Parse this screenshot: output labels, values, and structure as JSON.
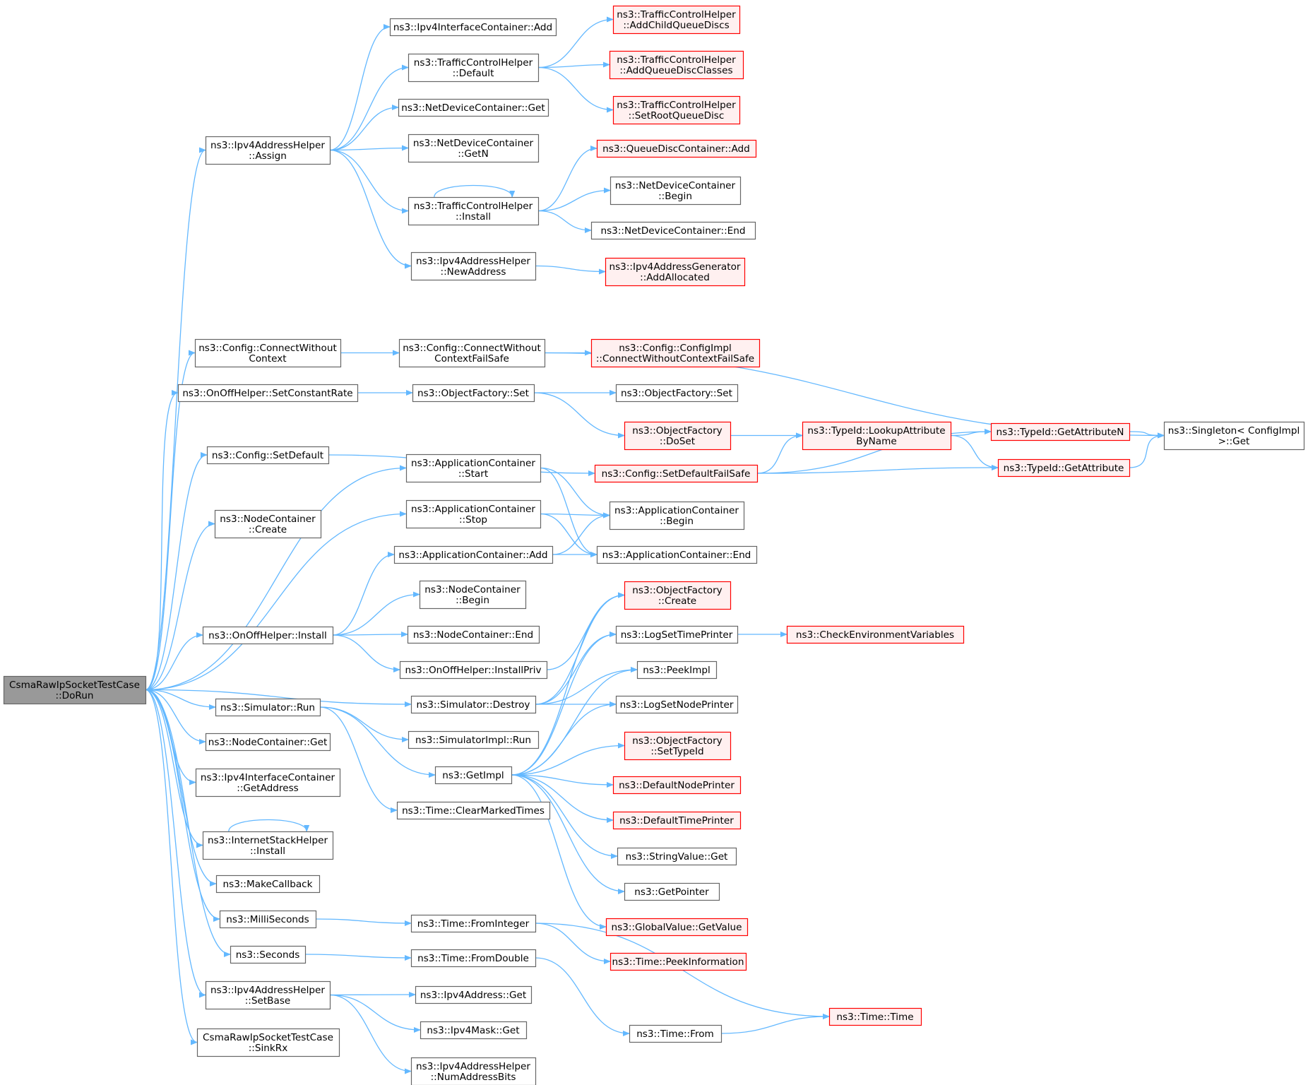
{
  "colors": {
    "edge": "#63b8ff",
    "normal_fill": "#ffffff",
    "normal_border": "#666666",
    "warn_fill": "#fff0f0",
    "warn_border": "#ff0000",
    "root_fill": "#999999",
    "root_border": "#666666"
  },
  "nodes": [
    {
      "id": "root",
      "lines": [
        "CsmaRawIpSocketTestCase",
        "::DoRun"
      ],
      "style": "root"
    },
    {
      "id": "ipv4ah_assign",
      "lines": [
        "ns3::Ipv4AddressHelper",
        "::Assign"
      ],
      "style": "normal"
    },
    {
      "id": "config_connect",
      "lines": [
        "ns3::Config::ConnectWithout",
        "Context"
      ],
      "style": "normal"
    },
    {
      "id": "onoff_setrate",
      "lines": [
        "ns3::OnOffHelper::SetConstantRate"
      ],
      "style": "normal"
    },
    {
      "id": "config_setdefault",
      "lines": [
        "ns3::Config::SetDefault"
      ],
      "style": "normal"
    },
    {
      "id": "nodecont_create",
      "lines": [
        "ns3::NodeContainer",
        "::Create"
      ],
      "style": "normal"
    },
    {
      "id": "onoff_install",
      "lines": [
        "ns3::OnOffHelper::Install"
      ],
      "style": "normal"
    },
    {
      "id": "sim_run",
      "lines": [
        "ns3::Simulator::Run"
      ],
      "style": "normal"
    },
    {
      "id": "nodecont_get",
      "lines": [
        "ns3::NodeContainer::Get"
      ],
      "style": "normal"
    },
    {
      "id": "ipv4ic_getaddr",
      "lines": [
        "ns3::Ipv4InterfaceContainer",
        "::GetAddress"
      ],
      "style": "normal"
    },
    {
      "id": "ish_install",
      "lines": [
        "ns3::InternetStackHelper",
        "::Install"
      ],
      "style": "normal"
    },
    {
      "id": "makecallback",
      "lines": [
        "ns3::MakeCallback"
      ],
      "style": "normal"
    },
    {
      "id": "milliseconds",
      "lines": [
        "ns3::MilliSeconds"
      ],
      "style": "normal"
    },
    {
      "id": "seconds",
      "lines": [
        "ns3::Seconds"
      ],
      "style": "normal"
    },
    {
      "id": "ipv4ah_setbase",
      "lines": [
        "ns3::Ipv4AddressHelper",
        "::SetBase"
      ],
      "style": "normal"
    },
    {
      "id": "sinkrx",
      "lines": [
        "CsmaRawIpSocketTestCase",
        "::SinkRx"
      ],
      "style": "normal"
    },
    {
      "id": "ipv4ic_add",
      "lines": [
        "ns3::Ipv4InterfaceContainer::Add"
      ],
      "style": "normal"
    },
    {
      "id": "tch_default",
      "lines": [
        "ns3::TrafficControlHelper",
        "::Default"
      ],
      "style": "normal"
    },
    {
      "id": "ndc_get",
      "lines": [
        "ns3::NetDeviceContainer::Get"
      ],
      "style": "normal"
    },
    {
      "id": "ndc_getn",
      "lines": [
        "ns3::NetDeviceContainer",
        "::GetN"
      ],
      "style": "normal"
    },
    {
      "id": "tch_install",
      "lines": [
        "ns3::TrafficControlHelper",
        "::Install"
      ],
      "style": "normal"
    },
    {
      "id": "ipv4ah_newaddr",
      "lines": [
        "ns3::Ipv4AddressHelper",
        "::NewAddress"
      ],
      "style": "normal"
    },
    {
      "id": "config_cwcfs",
      "lines": [
        "ns3::Config::ConnectWithout",
        "ContextFailSafe"
      ],
      "style": "normal"
    },
    {
      "id": "of_set",
      "lines": [
        "ns3::ObjectFactory::Set"
      ],
      "style": "normal"
    },
    {
      "id": "appc_start",
      "lines": [
        "ns3::ApplicationContainer",
        "::Start"
      ],
      "style": "normal"
    },
    {
      "id": "appc_stop",
      "lines": [
        "ns3::ApplicationContainer",
        "::Stop"
      ],
      "style": "normal"
    },
    {
      "id": "appc_add",
      "lines": [
        "ns3::ApplicationContainer::Add"
      ],
      "style": "normal"
    },
    {
      "id": "nodecont_begin",
      "lines": [
        "ns3::NodeContainer",
        "::Begin"
      ],
      "style": "normal"
    },
    {
      "id": "nodecont_end",
      "lines": [
        "ns3::NodeContainer::End"
      ],
      "style": "normal"
    },
    {
      "id": "onoff_installpriv",
      "lines": [
        "ns3::OnOffHelper::InstallPriv"
      ],
      "style": "normal"
    },
    {
      "id": "sim_destroy",
      "lines": [
        "ns3::Simulator::Destroy"
      ],
      "style": "normal"
    },
    {
      "id": "simimpl_run",
      "lines": [
        "ns3::SimulatorImpl::Run"
      ],
      "style": "normal"
    },
    {
      "id": "getimpl",
      "lines": [
        "ns3::GetImpl"
      ],
      "style": "normal"
    },
    {
      "id": "time_clearmarked",
      "lines": [
        "ns3::Time::ClearMarkedTimes"
      ],
      "style": "normal"
    },
    {
      "id": "time_frominteger",
      "lines": [
        "ns3::Time::FromInteger"
      ],
      "style": "normal"
    },
    {
      "id": "time_fromdouble",
      "lines": [
        "ns3::Time::FromDouble"
      ],
      "style": "normal"
    },
    {
      "id": "ipv4addr_get",
      "lines": [
        "ns3::Ipv4Address::Get"
      ],
      "style": "normal"
    },
    {
      "id": "ipv4mask_get",
      "lines": [
        "ns3::Ipv4Mask::Get"
      ],
      "style": "normal"
    },
    {
      "id": "ipv4ah_numbits",
      "lines": [
        "ns3::Ipv4AddressHelper",
        "::NumAddressBits"
      ],
      "style": "normal"
    },
    {
      "id": "tch_addchild",
      "lines": [
        "ns3::TrafficControlHelper",
        "::AddChildQueueDiscs"
      ],
      "style": "warn"
    },
    {
      "id": "tch_addclasses",
      "lines": [
        "ns3::TrafficControlHelper",
        "::AddQueueDiscClasses"
      ],
      "style": "warn"
    },
    {
      "id": "tch_setroot",
      "lines": [
        "ns3::TrafficControlHelper",
        "::SetRootQueueDisc"
      ],
      "style": "warn"
    },
    {
      "id": "qdc_add",
      "lines": [
        "ns3::QueueDiscContainer::Add"
      ],
      "style": "warn"
    },
    {
      "id": "ndc_begin",
      "lines": [
        "ns3::NetDeviceContainer",
        "::Begin"
      ],
      "style": "normal"
    },
    {
      "id": "ndc_end",
      "lines": [
        "ns3::NetDeviceContainer::End"
      ],
      "style": "normal"
    },
    {
      "id": "ipv4ag_addalloc",
      "lines": [
        "ns3::Ipv4AddressGenerator",
        "::AddAllocated"
      ],
      "style": "warn"
    },
    {
      "id": "configimpl_cwcfs",
      "lines": [
        "ns3::Config::ConfigImpl",
        "::ConnectWithoutContextFailSafe"
      ],
      "style": "warn"
    },
    {
      "id": "of_set2",
      "lines": [
        "ns3::ObjectFactory::Set"
      ],
      "style": "normal"
    },
    {
      "id": "of_doset",
      "lines": [
        "ns3::ObjectFactory",
        "::DoSet"
      ],
      "style": "warn"
    },
    {
      "id": "config_sdfs",
      "lines": [
        "ns3::Config::SetDefaultFailSafe"
      ],
      "style": "warn"
    },
    {
      "id": "appc_begin",
      "lines": [
        "ns3::ApplicationContainer",
        "::Begin"
      ],
      "style": "normal"
    },
    {
      "id": "appc_end",
      "lines": [
        "ns3::ApplicationContainer::End"
      ],
      "style": "normal"
    },
    {
      "id": "of_create",
      "lines": [
        "ns3::ObjectFactory",
        "::Create"
      ],
      "style": "warn"
    },
    {
      "id": "logsettimeprinter",
      "lines": [
        "ns3::LogSetTimePrinter"
      ],
      "style": "normal"
    },
    {
      "id": "peekimpl",
      "lines": [
        "ns3::PeekImpl"
      ],
      "style": "normal"
    },
    {
      "id": "logsetnodeprinter",
      "lines": [
        "ns3::LogSetNodePrinter"
      ],
      "style": "normal"
    },
    {
      "id": "of_settypeid",
      "lines": [
        "ns3::ObjectFactory",
        "::SetTypeId"
      ],
      "style": "warn"
    },
    {
      "id": "defaultnodeprinter",
      "lines": [
        "ns3::DefaultNodePrinter"
      ],
      "style": "warn"
    },
    {
      "id": "defaulttimeprinter",
      "lines": [
        "ns3::DefaultTimePrinter"
      ],
      "style": "warn"
    },
    {
      "id": "stringvalue_get",
      "lines": [
        "ns3::StringValue::Get"
      ],
      "style": "normal"
    },
    {
      "id": "getpointer",
      "lines": [
        "ns3::GetPointer"
      ],
      "style": "normal"
    },
    {
      "id": "globalvalue_getvalue",
      "lines": [
        "ns3::GlobalValue::GetValue"
      ],
      "style": "warn"
    },
    {
      "id": "time_peekinfo",
      "lines": [
        "ns3::Time::PeekInformation"
      ],
      "style": "warn"
    },
    {
      "id": "time_from",
      "lines": [
        "ns3::Time::From"
      ],
      "style": "normal"
    },
    {
      "id": "checkenv",
      "lines": [
        "ns3::CheckEnvironmentVariables"
      ],
      "style": "warn"
    },
    {
      "id": "typeid_lookup",
      "lines": [
        "ns3::TypeId::LookupAttribute",
        "ByName"
      ],
      "style": "warn"
    },
    {
      "id": "time_time",
      "lines": [
        "ns3::Time::Time"
      ],
      "style": "warn"
    },
    {
      "id": "typeid_getattrn",
      "lines": [
        "ns3::TypeId::GetAttributeN"
      ],
      "style": "warn"
    },
    {
      "id": "typeid_getattr",
      "lines": [
        "ns3::TypeId::GetAttribute"
      ],
      "style": "warn"
    },
    {
      "id": "singleton_get",
      "lines": [
        "ns3::Singleton< ConfigImpl",
        " >::Get"
      ],
      "style": "normal"
    }
  ],
  "edges": [
    [
      "root",
      "ipv4ah_assign"
    ],
    [
      "root",
      "config_connect"
    ],
    [
      "root",
      "onoff_setrate"
    ],
    [
      "root",
      "config_setdefault"
    ],
    [
      "root",
      "nodecont_create"
    ],
    [
      "root",
      "appc_start"
    ],
    [
      "root",
      "appc_stop"
    ],
    [
      "root",
      "onoff_install"
    ],
    [
      "root",
      "sim_destroy"
    ],
    [
      "root",
      "sim_run"
    ],
    [
      "root",
      "nodecont_get"
    ],
    [
      "root",
      "ipv4ic_getaddr"
    ],
    [
      "root",
      "ish_install"
    ],
    [
      "root",
      "makecallback"
    ],
    [
      "root",
      "milliseconds"
    ],
    [
      "root",
      "seconds"
    ],
    [
      "root",
      "ipv4ah_setbase"
    ],
    [
      "root",
      "sinkrx"
    ],
    [
      "ipv4ah_assign",
      "ipv4ic_add"
    ],
    [
      "ipv4ah_assign",
      "tch_default"
    ],
    [
      "ipv4ah_assign",
      "ndc_get"
    ],
    [
      "ipv4ah_assign",
      "ndc_getn"
    ],
    [
      "ipv4ah_assign",
      "tch_install"
    ],
    [
      "ipv4ah_assign",
      "ipv4ah_newaddr"
    ],
    [
      "tch_default",
      "tch_addchild"
    ],
    [
      "tch_default",
      "tch_addclasses"
    ],
    [
      "tch_default",
      "tch_setroot"
    ],
    [
      "tch_install",
      "tch_install"
    ],
    [
      "tch_install",
      "qdc_add"
    ],
    [
      "tch_install",
      "ndc_begin"
    ],
    [
      "tch_install",
      "ndc_end"
    ],
    [
      "ipv4ah_newaddr",
      "ipv4ag_addalloc"
    ],
    [
      "config_connect",
      "config_cwcfs"
    ],
    [
      "config_cwcfs",
      "configimpl_cwcfs"
    ],
    [
      "config_cwcfs",
      "singleton_get"
    ],
    [
      "onoff_setrate",
      "of_set"
    ],
    [
      "of_set",
      "of_set2"
    ],
    [
      "of_set",
      "of_doset"
    ],
    [
      "of_doset",
      "typeid_lookup"
    ],
    [
      "config_setdefault",
      "config_sdfs"
    ],
    [
      "config_sdfs",
      "typeid_lookup"
    ],
    [
      "config_sdfs",
      "typeid_getattrn"
    ],
    [
      "config_sdfs",
      "typeid_getattr"
    ],
    [
      "typeid_lookup",
      "typeid_getattrn"
    ],
    [
      "typeid_lookup",
      "typeid_getattr"
    ],
    [
      "typeid_getattrn",
      "singleton_get"
    ],
    [
      "typeid_getattr",
      "singleton_get"
    ],
    [
      "appc_start",
      "appc_begin"
    ],
    [
      "appc_start",
      "appc_end"
    ],
    [
      "appc_stop",
      "appc_begin"
    ],
    [
      "appc_stop",
      "appc_end"
    ],
    [
      "appc_add",
      "appc_begin"
    ],
    [
      "appc_add",
      "appc_end"
    ],
    [
      "onoff_install",
      "appc_add"
    ],
    [
      "onoff_install",
      "nodecont_begin"
    ],
    [
      "onoff_install",
      "nodecont_end"
    ],
    [
      "onoff_install",
      "onoff_installpriv"
    ],
    [
      "onoff_installpriv",
      "of_create"
    ],
    [
      "sim_destroy",
      "of_create"
    ],
    [
      "sim_destroy",
      "logsettimeprinter"
    ],
    [
      "sim_destroy",
      "peekimpl"
    ],
    [
      "sim_destroy",
      "logsetnodeprinter"
    ],
    [
      "sim_run",
      "simimpl_run"
    ],
    [
      "sim_run",
      "getimpl"
    ],
    [
      "sim_run",
      "time_clearmarked"
    ],
    [
      "getimpl",
      "of_create"
    ],
    [
      "getimpl",
      "logsettimeprinter"
    ],
    [
      "getimpl",
      "peekimpl"
    ],
    [
      "getimpl",
      "logsetnodeprinter"
    ],
    [
      "getimpl",
      "of_settypeid"
    ],
    [
      "getimpl",
      "defaultnodeprinter"
    ],
    [
      "getimpl",
      "defaulttimeprinter"
    ],
    [
      "getimpl",
      "stringvalue_get"
    ],
    [
      "getimpl",
      "getpointer"
    ],
    [
      "getimpl",
      "globalvalue_getvalue"
    ],
    [
      "logsettimeprinter",
      "checkenv"
    ],
    [
      "ish_install",
      "ish_install"
    ],
    [
      "milliseconds",
      "time_frominteger"
    ],
    [
      "time_frominteger",
      "time_peekinfo"
    ],
    [
      "time_frominteger",
      "time_time"
    ],
    [
      "seconds",
      "time_fromdouble"
    ],
    [
      "time_fromdouble",
      "time_from"
    ],
    [
      "time_from",
      "time_time"
    ],
    [
      "ipv4ah_setbase",
      "ipv4addr_get"
    ],
    [
      "ipv4ah_setbase",
      "ipv4mask_get"
    ],
    [
      "ipv4ah_setbase",
      "ipv4ah_numbits"
    ]
  ]
}
